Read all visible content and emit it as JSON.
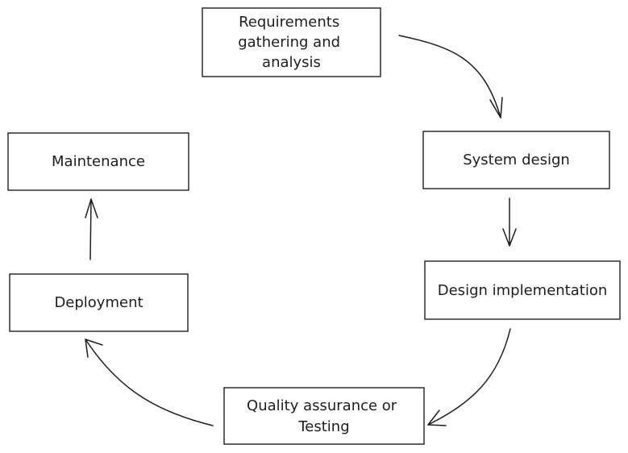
{
  "colors": {
    "stroke": "#1e1e1e",
    "background": "#ffffff"
  },
  "nodes": [
    {
      "id": "requirements",
      "lines": [
        "Requirements",
        "gathering and",
        "analysis"
      ]
    },
    {
      "id": "system-design",
      "lines": [
        "System design"
      ]
    },
    {
      "id": "design-implementation",
      "lines": [
        "Design implementation"
      ]
    },
    {
      "id": "quality-assurance",
      "lines": [
        "Quality assurance or",
        "Testing"
      ]
    },
    {
      "id": "deployment",
      "lines": [
        "Deployment"
      ]
    },
    {
      "id": "maintenance",
      "lines": [
        "Maintenance"
      ]
    }
  ],
  "edges": [
    {
      "from": "requirements",
      "to": "system-design"
    },
    {
      "from": "system-design",
      "to": "design-implementation"
    },
    {
      "from": "design-implementation",
      "to": "quality-assurance"
    },
    {
      "from": "quality-assurance",
      "to": "deployment"
    },
    {
      "from": "deployment",
      "to": "maintenance"
    }
  ]
}
